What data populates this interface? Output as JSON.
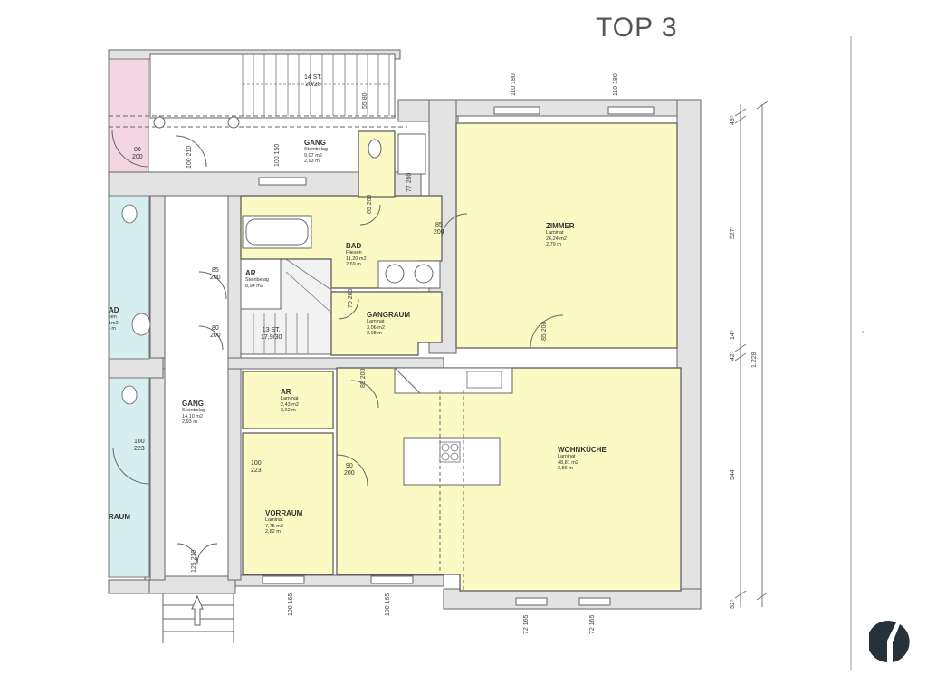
{
  "title": "TOP 3",
  "colors": {
    "apartment_fill": "#fbf9c4",
    "neighbor_wet_fill": "#d6eef0",
    "neighbor_pink_fill": "#f3d6e2",
    "wall": "#e3e3e3",
    "line": "#555555",
    "logo": "#26323a"
  },
  "rooms": [
    {
      "name": "ZIMMER",
      "floor": "Laminat",
      "area": "26,24 m2",
      "height": "2,79 m"
    },
    {
      "name": "BAD",
      "floor": "Fliesen",
      "area": "11,20 m2",
      "height": "2,69 m"
    },
    {
      "name": "GANGRAUM",
      "floor": "Laminat",
      "area": "3,06 m2",
      "height": "2,08 m"
    },
    {
      "name": "AR",
      "floor": "Laminat",
      "area": "2,43 m2",
      "height": "2,62 m"
    },
    {
      "name": "VORRAUM",
      "floor": "Laminat",
      "area": "7,75 m2",
      "height": "2,82 m"
    },
    {
      "name": "WOHNKÜCHE",
      "floor": "Laminat",
      "area": "48,81 m2",
      "height": "2,86 m"
    }
  ],
  "common_areas": [
    {
      "name": "GANG",
      "floor": "Steinbelag",
      "area": "9,07 m2",
      "height": "2,93 m"
    },
    {
      "name": "AR",
      "floor": "Steinbelag",
      "area": "8,94 m2",
      "height": ""
    },
    {
      "name": "GANG",
      "floor": "Steinbelag",
      "area": "14,10 m2",
      "height": "2,93 m"
    }
  ],
  "neighbor_labels": {
    "bad_partial": "AD",
    "bad_floor": "sen",
    "bad_area": "t m2",
    "bad_height": "· m",
    "raum_partial": "RAUM"
  },
  "stairs": [
    {
      "steps": "14 ST.",
      "rise": "20/28"
    },
    {
      "steps": "13 ST.",
      "rise": "17,9/30"
    }
  ],
  "doors": [
    {
      "w": "80",
      "h": "200"
    },
    {
      "w": "100",
      "h": "210"
    },
    {
      "w": "100",
      "h": "150"
    },
    {
      "w": "55",
      "h": "80"
    },
    {
      "w": "65",
      "h": "200"
    },
    {
      "w": "77",
      "h": "200"
    },
    {
      "w": "85",
      "h": "200"
    },
    {
      "w": "85",
      "h": "200"
    },
    {
      "w": "80",
      "h": "200"
    },
    {
      "w": "70",
      "h": "200"
    },
    {
      "w": "85",
      "h": "200"
    },
    {
      "w": "85",
      "h": "200"
    },
    {
      "w": "100",
      "h": "223"
    },
    {
      "w": "100",
      "h": "223"
    },
    {
      "w": "90",
      "h": "200"
    },
    {
      "w": "125",
      "h": "210"
    }
  ],
  "windows_top": [
    {
      "w": "110",
      "h": "180"
    },
    {
      "w": "110",
      "h": "180"
    }
  ],
  "windows_bottom": [
    {
      "w": "100",
      "h": "165"
    },
    {
      "w": "100",
      "h": "165"
    },
    {
      "w": "72",
      "h": "165"
    },
    {
      "w": "72",
      "h": "165"
    }
  ],
  "side_dimensions": {
    "segments": [
      "49⁵",
      "527⁵",
      "42⁵",
      "14⁵",
      "544",
      "52⁵"
    ],
    "total": "1.228"
  }
}
